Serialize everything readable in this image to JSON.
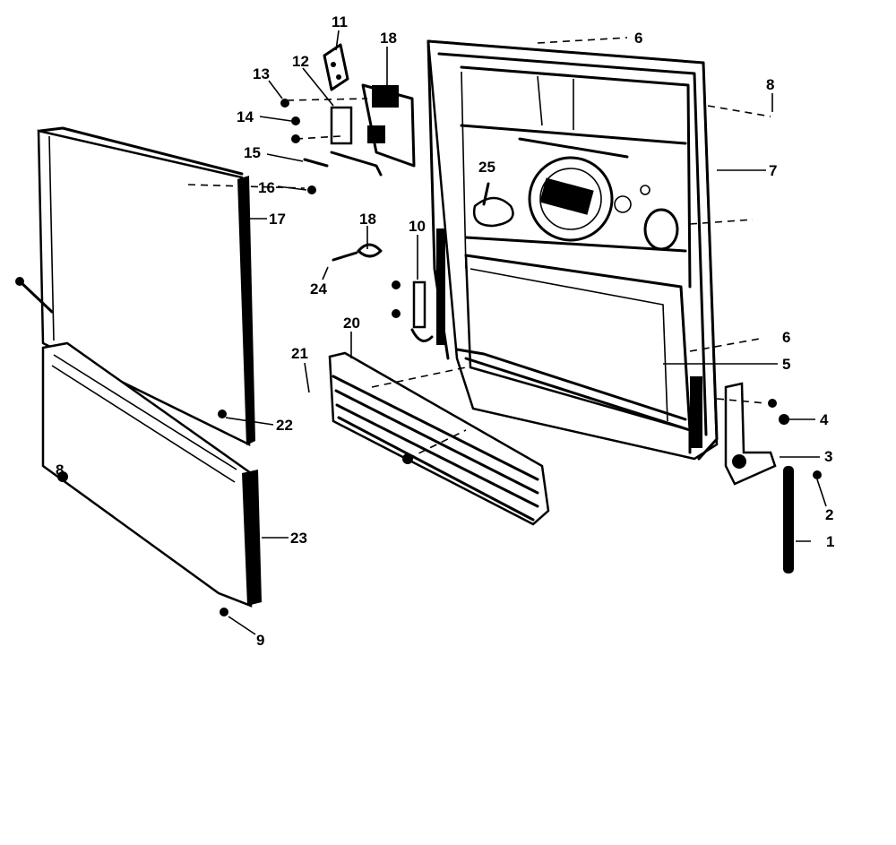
{
  "diagram": {
    "type": "exploded-parts-diagram",
    "callouts": [
      {
        "id": "c1",
        "label": "1"
      },
      {
        "id": "c2",
        "label": "2"
      },
      {
        "id": "c3",
        "label": "3"
      },
      {
        "id": "c4",
        "label": "4"
      },
      {
        "id": "c5",
        "label": "5"
      },
      {
        "id": "c6a",
        "label": "6"
      },
      {
        "id": "c6b",
        "label": "6"
      },
      {
        "id": "c7",
        "label": "7"
      },
      {
        "id": "c8a",
        "label": "8"
      },
      {
        "id": "c8b",
        "label": "8"
      },
      {
        "id": "c9",
        "label": "9"
      },
      {
        "id": "c10",
        "label": "10"
      },
      {
        "id": "c11",
        "label": "11"
      },
      {
        "id": "c12",
        "label": "12"
      },
      {
        "id": "c13",
        "label": "13"
      },
      {
        "id": "c14",
        "label": "14"
      },
      {
        "id": "c15",
        "label": "15"
      },
      {
        "id": "c16",
        "label": "16"
      },
      {
        "id": "c17",
        "label": "17"
      },
      {
        "id": "c18a",
        "label": "18"
      },
      {
        "id": "c18b",
        "label": "18"
      },
      {
        "id": "c20",
        "label": "20"
      },
      {
        "id": "c21",
        "label": "21"
      },
      {
        "id": "c22",
        "label": "22"
      },
      {
        "id": "c23",
        "label": "23"
      },
      {
        "id": "c24",
        "label": "24"
      },
      {
        "id": "c25",
        "label": "25"
      }
    ]
  }
}
